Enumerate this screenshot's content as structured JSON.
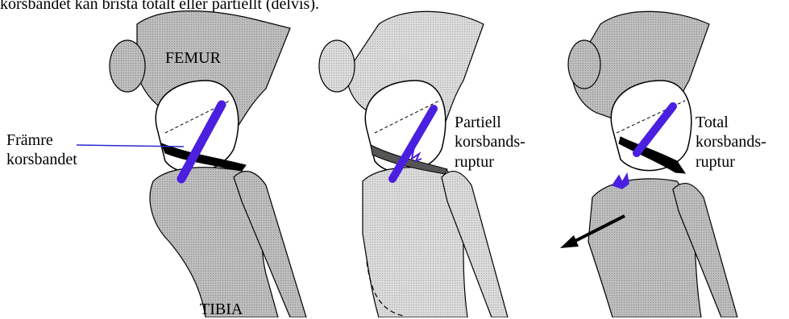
{
  "caption": "korsbandet kan brista totalt eller partiellt (delvis).",
  "labels": {
    "femur": "FEMUR",
    "tibia": "TIBIA",
    "anterior_line1": "Främre",
    "anterior_line2": "korsbandet",
    "partial_line1": "Partiell",
    "partial_line2": "korsbands-",
    "partial_line3": "ruptur",
    "total_line1": "Total",
    "total_line2": "korsbands-",
    "total_line3": "ruptur"
  },
  "colors": {
    "ligament": "#4a1fe0",
    "bone_dark": "#b0b0b0",
    "bone_light": "#d4d4d4",
    "outline": "#000000"
  }
}
